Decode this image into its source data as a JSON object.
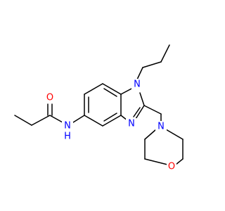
{
  "molecule": {
    "colors": {
      "bond": "#000000",
      "nitrogen": "#0000ff",
      "oxygen": "#ff0000"
    },
    "atoms": {
      "amide_oxygen": "O",
      "amide_nitrogen_n": "N",
      "amide_nitrogen_h": "H",
      "ring_nitrogen_1": "N",
      "ring_nitrogen_3": "N",
      "morpholine_nitrogen": "N",
      "morpholine_oxygen": "O"
    }
  }
}
